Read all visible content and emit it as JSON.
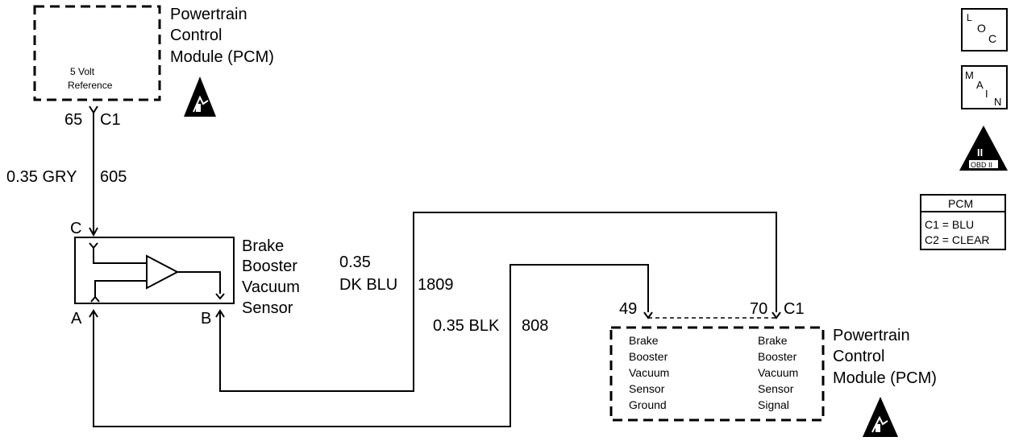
{
  "pcm_top": {
    "title_lines": [
      "Powertrain",
      "Control",
      "Module (PCM)"
    ],
    "inner_lines": [
      "5 Volt",
      "Reference"
    ],
    "pin": "65",
    "connector": "C1"
  },
  "wire_gry": {
    "gauge_color": "0.35 GRY",
    "circuit": "605"
  },
  "sensor": {
    "title_lines": [
      "Brake",
      "Booster",
      "Vacuum",
      "Sensor"
    ],
    "terminal_a": "A",
    "terminal_b": "B",
    "terminal_c": "C"
  },
  "wire_blu": {
    "gauge": "0.35",
    "color_circuit": "DK BLU",
    "circuit": "1809"
  },
  "wire_blk": {
    "gauge_color": "0.35 BLK",
    "circuit": "808"
  },
  "pcm_bottom": {
    "title_lines": [
      "Powertrain",
      "Control",
      "Module (PCM)"
    ],
    "left_lines": [
      "Brake",
      "Booster",
      "Vacuum",
      "Sensor",
      "Ground"
    ],
    "right_lines": [
      "Brake",
      "Booster",
      "Vacuum",
      "Sensor",
      "Signal"
    ],
    "pin_left": "49",
    "pin_right": "70",
    "connector": "C1"
  },
  "nav": {
    "loc": {
      "l": "L",
      "o": "O",
      "c": "C"
    },
    "main": {
      "m": "M",
      "a": "A",
      "i": "I",
      "n": "N"
    },
    "obd": {
      "numeral": "II",
      "text": "OBD II"
    }
  },
  "pcm_legend": {
    "title": "PCM",
    "lines": [
      "C1 = BLU",
      "C2 = CLEAR"
    ]
  }
}
